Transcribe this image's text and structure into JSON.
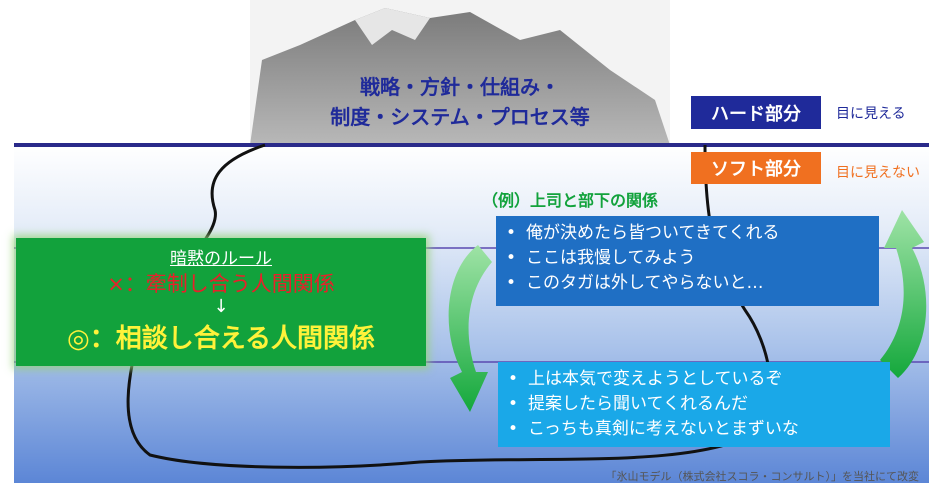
{
  "mountain": {
    "line1": "戦略・方針・仕組み・",
    "line2": "制度・システム・プロセス等"
  },
  "hard": {
    "label": "ハード部分",
    "note": "目に見える"
  },
  "soft": {
    "label": "ソフト部分",
    "note": "目に見えない"
  },
  "rule_box": {
    "title": "暗黙のルール",
    "bad": "×：牽制し合う人間関係",
    "arrow": "↓",
    "good": "◎：相談し合える人間関係"
  },
  "example": {
    "title": "（例）上司と部下の関係",
    "before": [
      "俺が決めたら皆ついてきてくれる",
      "ここは我慢してみよう",
      "このタガは外してやらないと…"
    ],
    "after": [
      "上は本気で変えようとしているぞ",
      "提案したら聞いてくれるんだ",
      "こっちも真剣に考えないとまずいな"
    ]
  },
  "source": "「氷山モデル（株式会社スコラ・コンサルト）」を当社にて改変",
  "colors": {
    "navy": "#1f2a9a",
    "soft_orange": "#f07020",
    "green": "#12a23c",
    "blue_box": "#1f6fc4",
    "light_blue_box": "#1aa8e8"
  }
}
